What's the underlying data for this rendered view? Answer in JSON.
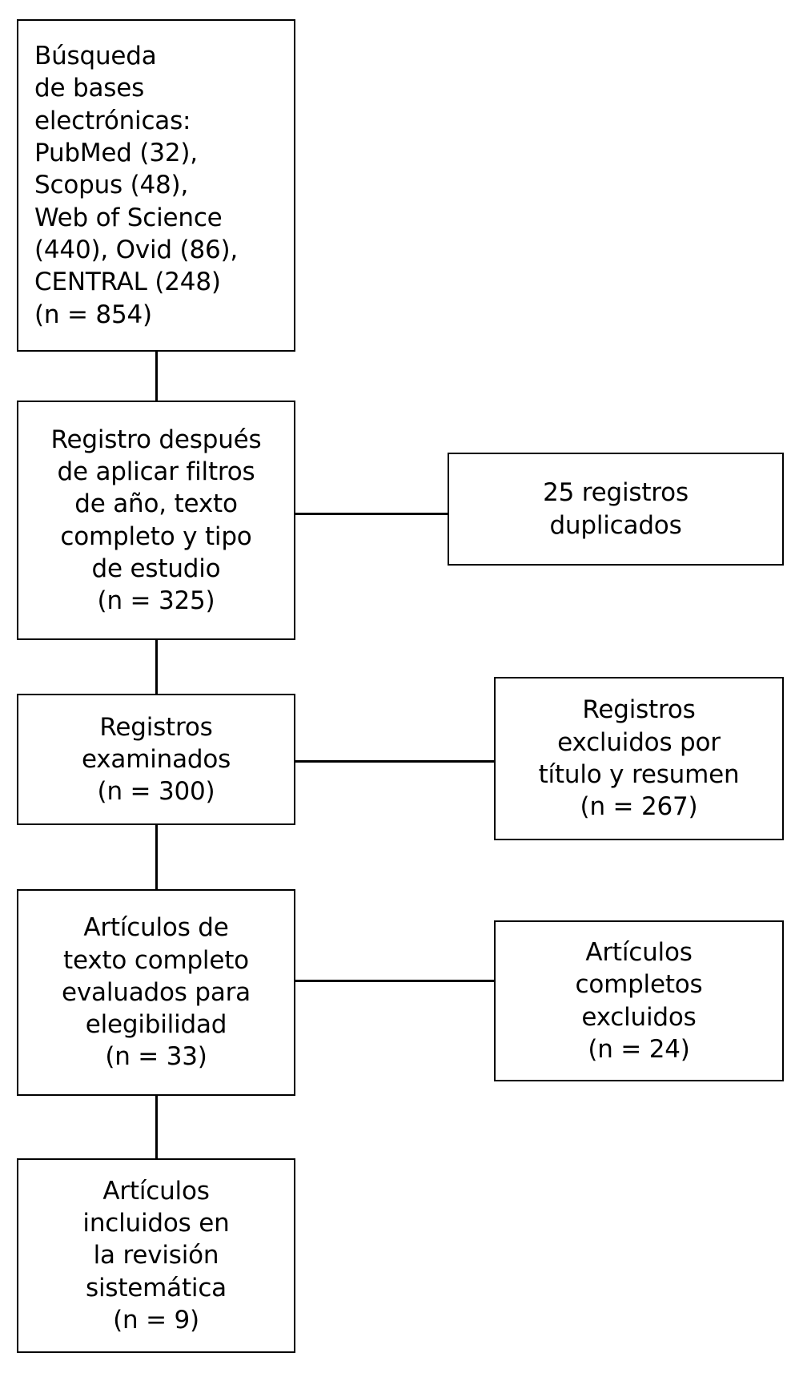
{
  "diagram": {
    "type": "prisma-flow-diagram",
    "language": "es",
    "nodes": {
      "identification": {
        "text": "Búsqueda\nde bases\nelectrónicas:\nPubMed (32),\nScopus (48),\nWeb of Science\n(440), Ovid (86),\nCENTRAL (248)\n(n = 854)",
        "count": 854,
        "sources": [
          {
            "name": "PubMed",
            "count": 32
          },
          {
            "name": "Scopus",
            "count": 48
          },
          {
            "name": "Web of Science",
            "count": 440
          },
          {
            "name": "Ovid",
            "count": 86
          },
          {
            "name": "CENTRAL",
            "count": 248
          }
        ]
      },
      "after_filters": {
        "text": "Registro después\nde aplicar filtros\nde año, texto\ncompleto y tipo\nde estudio\n(n = 325)",
        "count": 325
      },
      "duplicates_excluded": {
        "text": "25 registros\nduplicados",
        "count": 25
      },
      "screened": {
        "text": "Registros\nexaminados\n(n = 300)",
        "count": 300
      },
      "screened_excluded": {
        "text": "Registros\nexcluidos por\ntítulo y resumen\n(n = 267)",
        "count": 267
      },
      "eligibility": {
        "text": "Artículos de\ntexto completo\nevaluados para\nelegibilidad\n(n = 33)",
        "count": 33
      },
      "fulltext_excluded": {
        "text": "Artículos\ncompletos\nexcluidos\n(n = 24)",
        "count": 24
      },
      "included": {
        "text": "Artículos\nincluidos en\nla revisión\nsistemática\n(n = 9)",
        "count": 9
      }
    },
    "colors": {
      "border": "#000000",
      "background": "#ffffff",
      "text": "#000000"
    }
  }
}
